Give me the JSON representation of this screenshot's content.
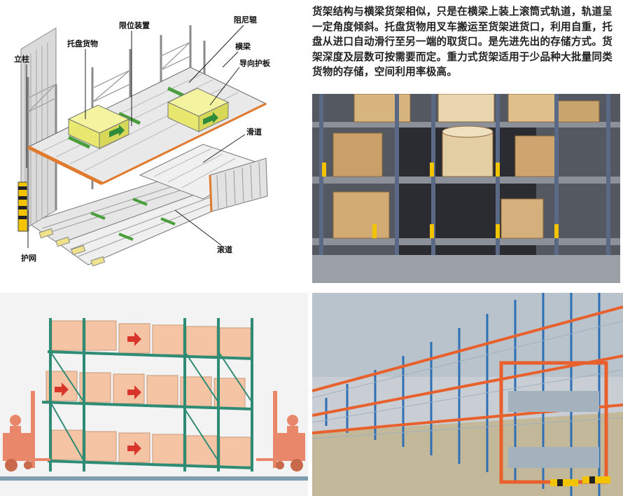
{
  "diagram": {
    "labels": {
      "upright": "立柱",
      "pallet_goods": "托盘货物",
      "limit_device": "限位装置",
      "damper_roller": "阻尼辊",
      "beam": "横梁",
      "guide_plate": "导向护板",
      "slide_track": "滑道",
      "guard_net": "护网",
      "roller_track": "滚道"
    }
  },
  "description": {
    "text": "货架结构与横梁货架相似，只是在横梁上装上滚筒式轨道，轨道呈一定角度倾斜。托盘货物用叉车搬运至货架进货口，利用自重，托盘从进口自动滑行至另一端的取货口。是先进先出的存储方式。货架深度及层数可按需要而定。重力式货架适用于少品种大批量同类货物的存储，空间利用率极高。"
  },
  "colors": {
    "rack_green": "#2e8b74",
    "box_peach": "#f4c4a4",
    "arrow_red": "#d9362b",
    "forklift_salmon": "#e8876a",
    "rack_blue": "#2f6fb5",
    "beam_orange": "#e8602c",
    "yellow_goods": "#f0f08a",
    "green_band": "#4a9e3c",
    "upright_yellow": "#f2c400"
  }
}
